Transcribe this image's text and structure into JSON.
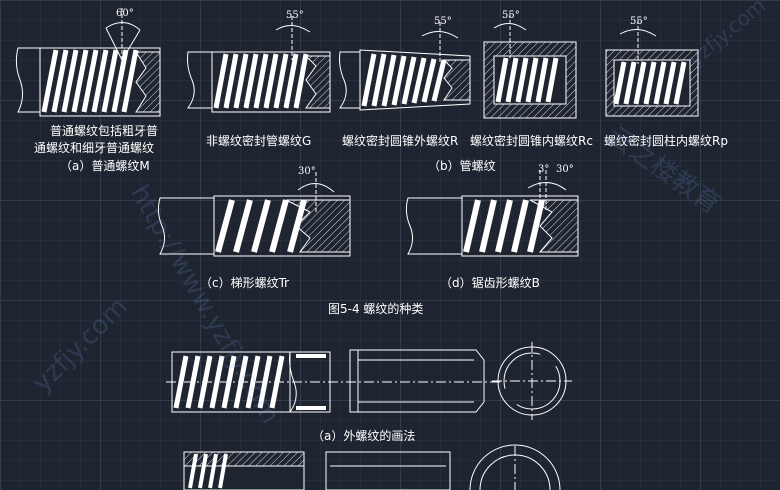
{
  "angles": {
    "m": "60°",
    "g": "55°",
    "r": "55°",
    "rc": "55°",
    "rp": "55°",
    "tr": "30°",
    "b3": "3°",
    "b30": "30°"
  },
  "labels": {
    "m_line1": "普通螺纹包括粗牙普",
    "m_line2": "通螺纹和细牙普通螺纹",
    "m_caption": "（a）普通螺纹M",
    "g": "非螺纹密封管螺纹G",
    "r": "螺纹密封圆锥外螺纹R",
    "rc": "螺纹密封圆锥内螺纹Rc",
    "rp": "螺纹密封圆柱内螺纹Rp",
    "pipe_caption": "（b）管螺纹",
    "tr_caption": "（c）梯形螺纹Tr",
    "b_caption": "（d）锯齿形螺纹B",
    "figure_title": "图5-4   螺纹的种类",
    "ext_caption": "（a）外螺纹的画法"
  },
  "watermark": {
    "url": "http://www.yzfjy.com",
    "short": "yzfjy.com",
    "cn": "云之楼教育"
  },
  "colors": {
    "background": "#1f2530",
    "line": "#ffffff",
    "grid": "#3c485a"
  }
}
